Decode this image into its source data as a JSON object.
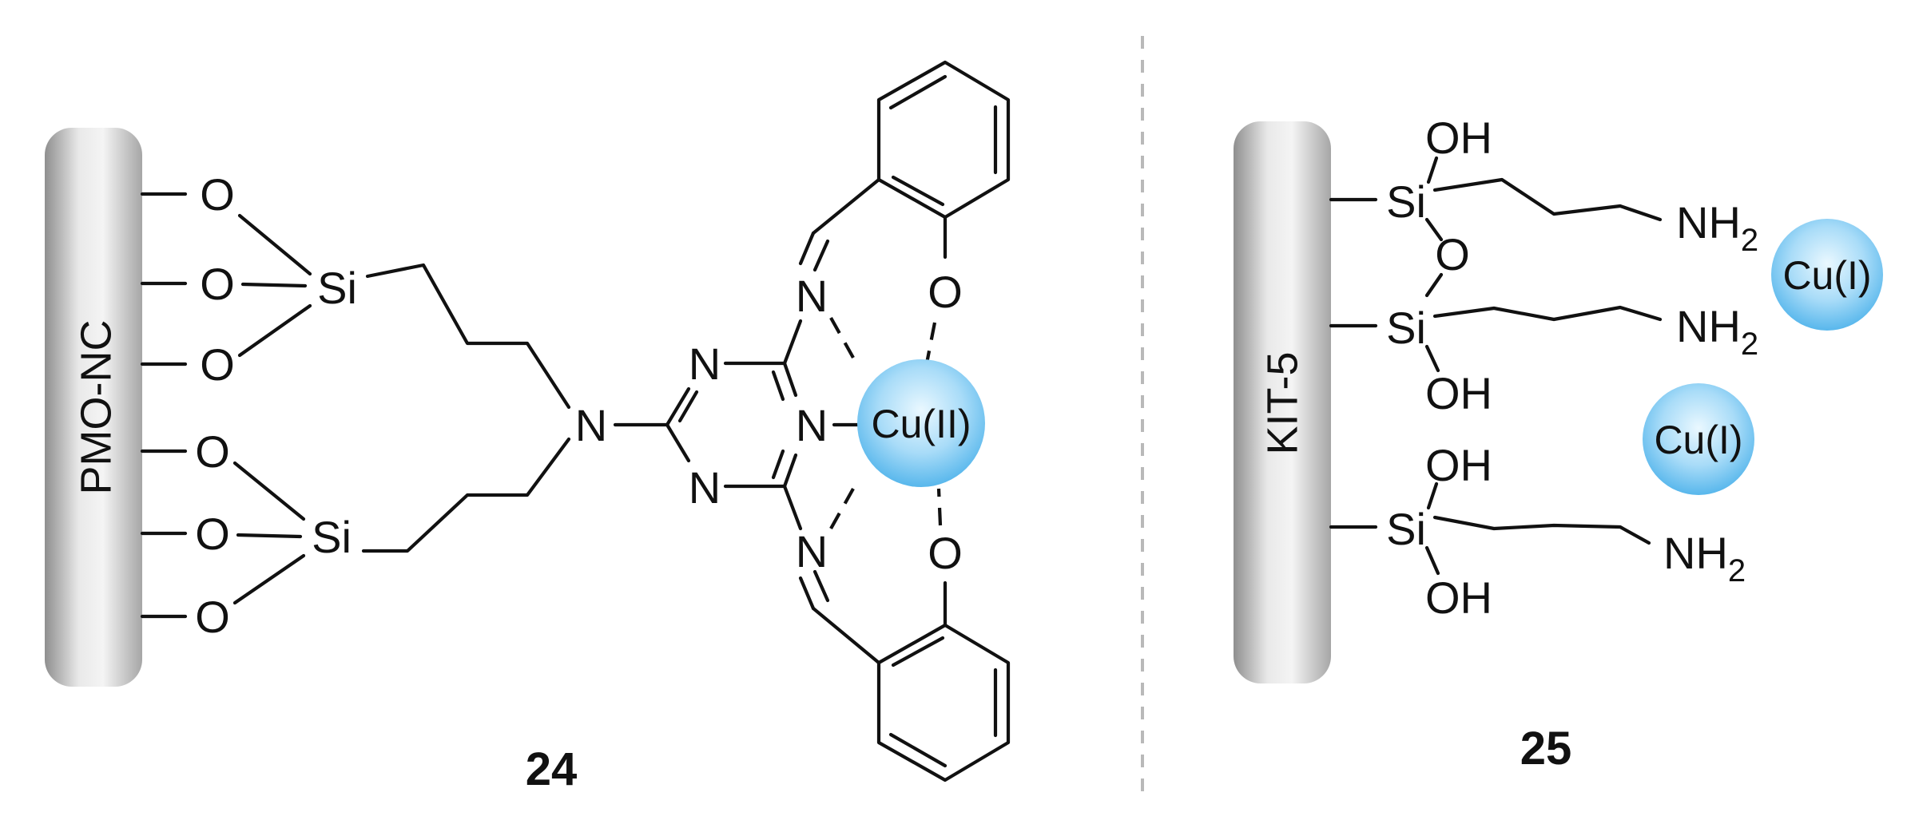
{
  "structure_24": {
    "support_label": "PMO-NC",
    "number": "24",
    "atoms": {
      "o1": "O",
      "o2": "O",
      "o3": "O",
      "o4": "O",
      "o5": "O",
      "o6": "O",
      "si_top": "Si",
      "si_bottom": "Si",
      "n_amine": "N",
      "n_ring_top": "N",
      "n_ring_bottom": "N",
      "n_ring_right": "N",
      "n_imine_top": "N",
      "n_imine_bottom": "N",
      "o_phenol_top": "O",
      "o_phenol_bottom": "O"
    },
    "metal": "Cu(II)"
  },
  "structure_25": {
    "support_label": "KIT-5",
    "number": "25",
    "atoms": {
      "si1": "Si",
      "si2": "Si",
      "si3": "Si",
      "oh1": "OH",
      "oh2": "OH",
      "oh3": "OH",
      "oh4": "OH",
      "o_bridge": "O",
      "nh_1": "NH",
      "nh_2": "NH",
      "nh_3": "NH",
      "sub_2": "2"
    },
    "metal": "Cu(I)"
  },
  "colors": {
    "support_light": "#f2f2f2",
    "support_dark": "#9c9c9c",
    "sphere_light": "#e6f6ff",
    "sphere_dark": "#56b6ec",
    "separator": "#b9b9b9"
  }
}
